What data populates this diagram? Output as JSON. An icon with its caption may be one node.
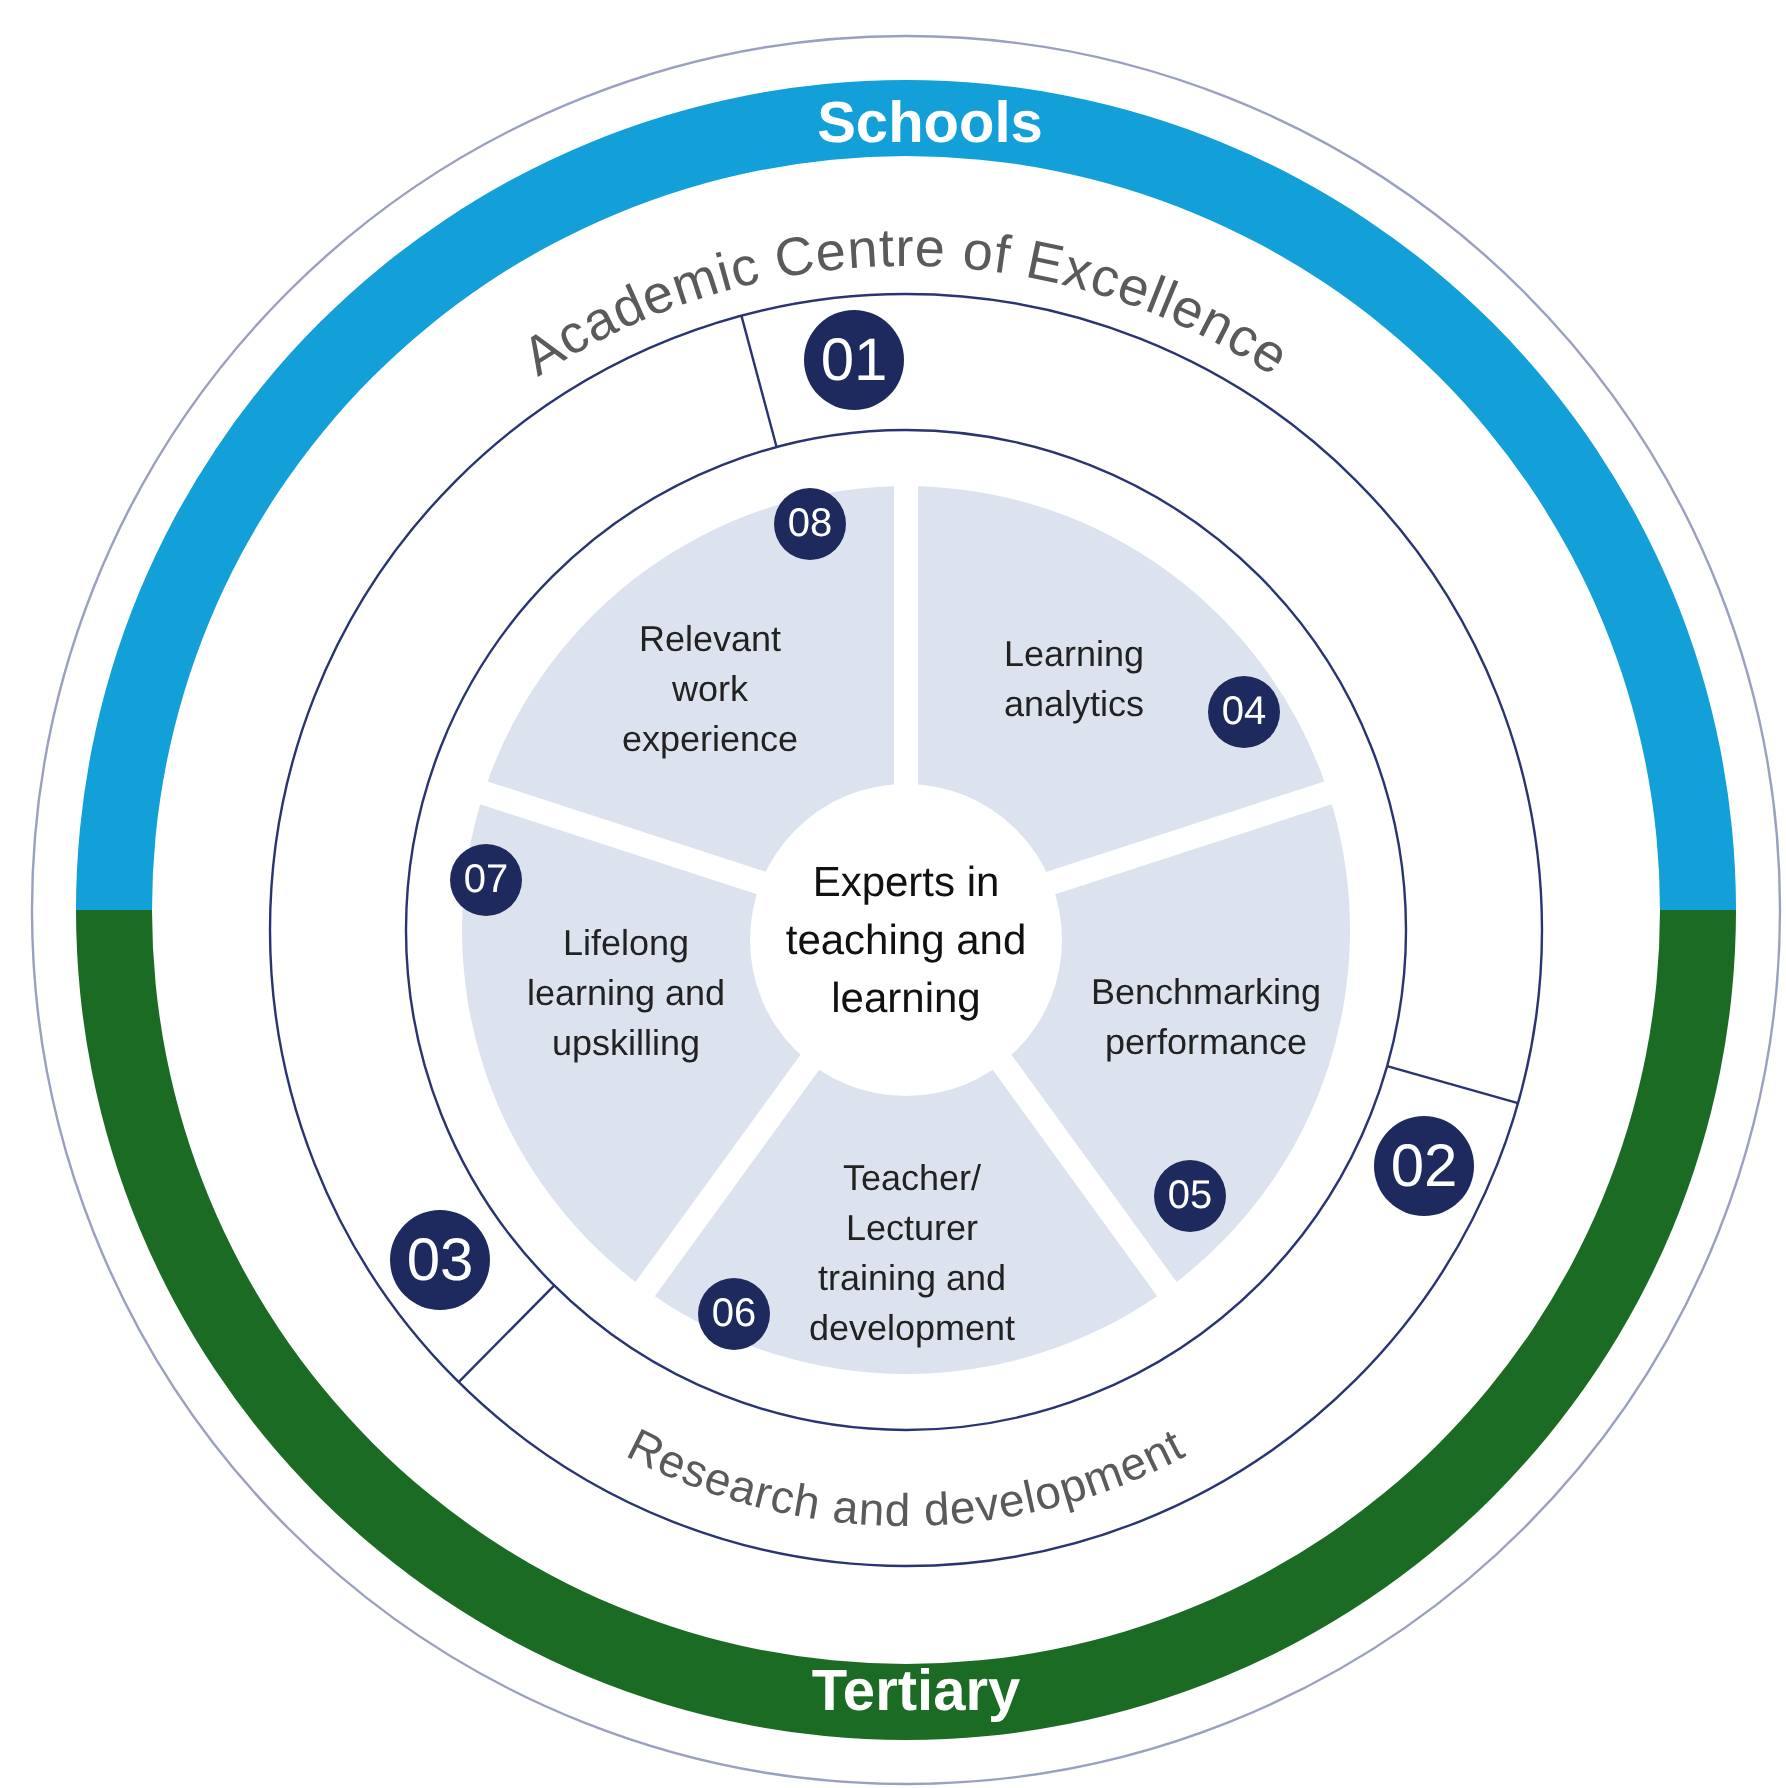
{
  "diagram": {
    "nodes": [
      {
        "text": [
          "Schools"
        ]
      },
      {
        "text": [
          "Tertiary"
        ]
      },
      {
        "text": [
          "Experts in teaching and learning"
        ]
      },
      {
        "text": [
          "Learning analytics"
        ]
      },
      {
        "text": [
          "Benchmarking performance"
        ]
      },
      {
        "text": [
          "Teacher/ Lecturer training and development"
        ]
      },
      {
        "text": [
          "Lifelong learning and upskilling"
        ]
      },
      {
        "text": [
          "Relevant work experience"
        ]
      },
      {
        "text": [
          "01"
        ]
      },
      {
        "text": [
          "02"
        ]
      },
      {
        "text": [
          "03"
        ]
      },
      {
        "text": [
          "04"
        ],
        "in": 3
      },
      {
        "text": [
          "05"
        ],
        "in": 4
      },
      {
        "text": [
          "06"
        ],
        "in": 5
      },
      {
        "text": [
          "07"
        ]
      },
      {
        "text": [
          "08"
        ],
        "in": 7
      }
    ],
    "labels": [
      "Academic Centre of Excellence",
      "Research and development"
    ]
  }
}
